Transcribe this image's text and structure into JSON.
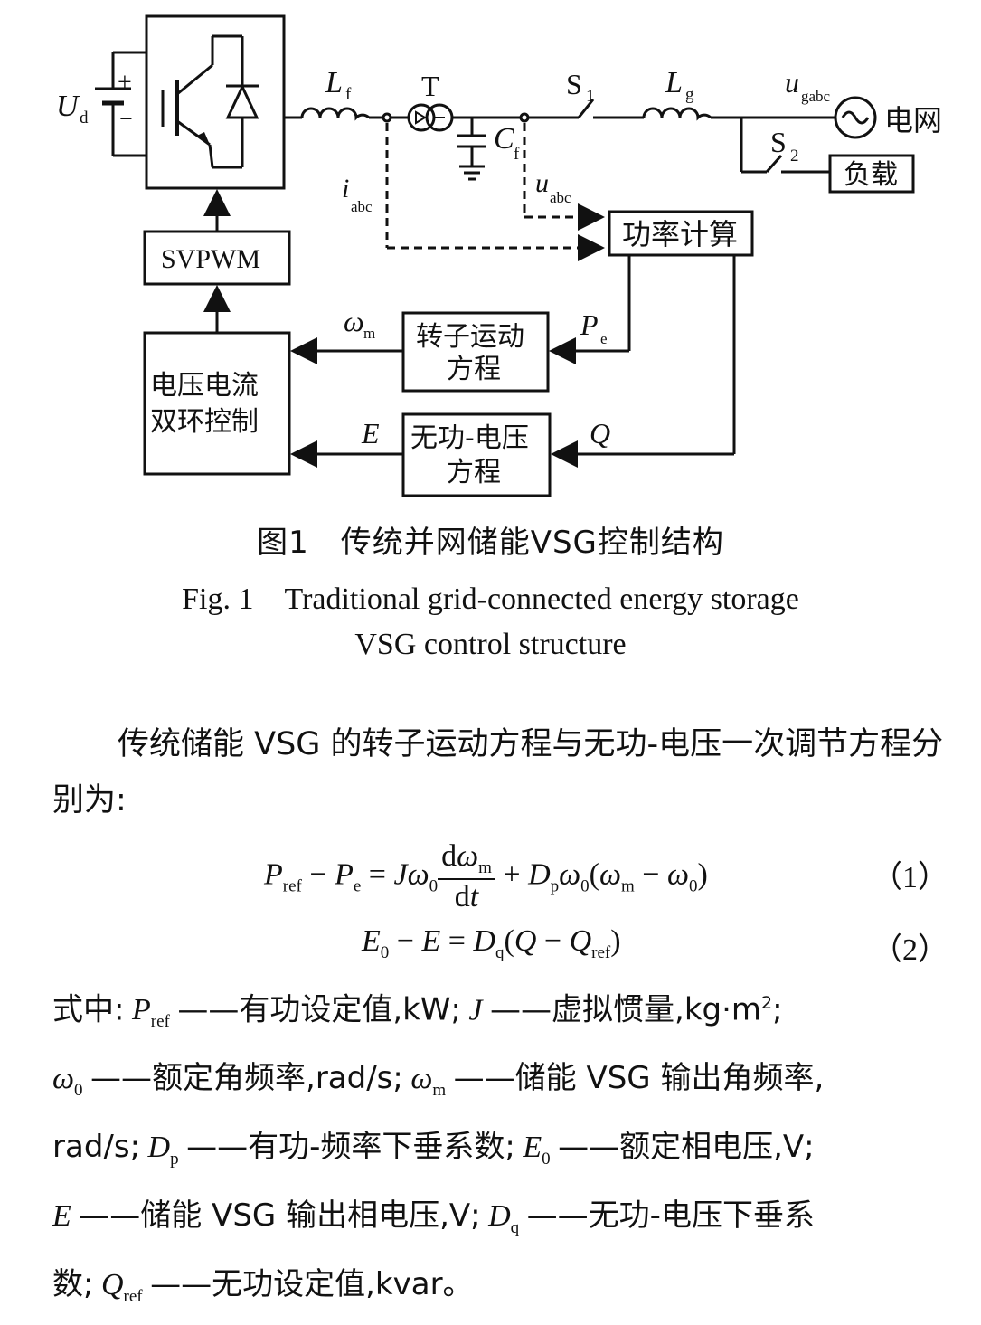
{
  "figure": {
    "labels": {
      "Ud": "U",
      "Ud_sub": "d",
      "plus": "+",
      "minus": "−",
      "Lf": "L",
      "Lf_sub": "f",
      "T": "T",
      "S1": "S",
      "S1_sub": "1",
      "Lg": "L",
      "Lg_sub": "g",
      "ugabc": "u",
      "ugabc_sub": "gabc",
      "grid": "电网",
      "Cf": "C",
      "Cf_sub": "f",
      "S2": "S",
      "S2_sub": "2",
      "load": "负载",
      "iabc": "i",
      "iabc_sub": "abc",
      "uabc": "u",
      "uabc_sub": "abc",
      "power_calc": "功率计算",
      "svpwm": "SVPWM",
      "rotor_l1": "转子运动",
      "rotor_l2": "方程",
      "dual_loop_l1": "电压电流",
      "dual_loop_l2": "双环控制",
      "omega_m": "ω",
      "omega_m_sub": "m",
      "Pe": "P",
      "Pe_sub": "e",
      "E": "E",
      "Q": "Q",
      "reactive_l1": "无功-电压",
      "reactive_l2": "方程"
    },
    "caption_cn": "图1　传统并网储能VSG控制结构",
    "caption_en_line1": "Fig. 1　Traditional grid-connected energy storage",
    "caption_en_line2": "VSG control structure"
  },
  "text": {
    "paragraph": "传统储能 VSG 的转子运动方程与无功-电压一次调节方程分别为:"
  },
  "equations": [
    {
      "number": "（1）"
    },
    {
      "number": "（2）"
    }
  ],
  "definitions": {
    "prefix": "式中:",
    "Pref": "——有功设定值,kW;",
    "J": "——虚拟惯量,kg·m",
    "J_end": ";",
    "omega0": "——额定角频率,rad/s;",
    "omegam": "——储能 VSG 输出角频率,",
    "omegam_unit": "rad/s;",
    "Dp": "——有功-频率下垂系数;",
    "E0": "——额定相电压,V;",
    "E": "——储能 VSG 输出相电压,V;",
    "Dq": "——无功-电压下垂系",
    "Dq_cont": "数;",
    "Qref": "——无功设定值,kvar。"
  }
}
